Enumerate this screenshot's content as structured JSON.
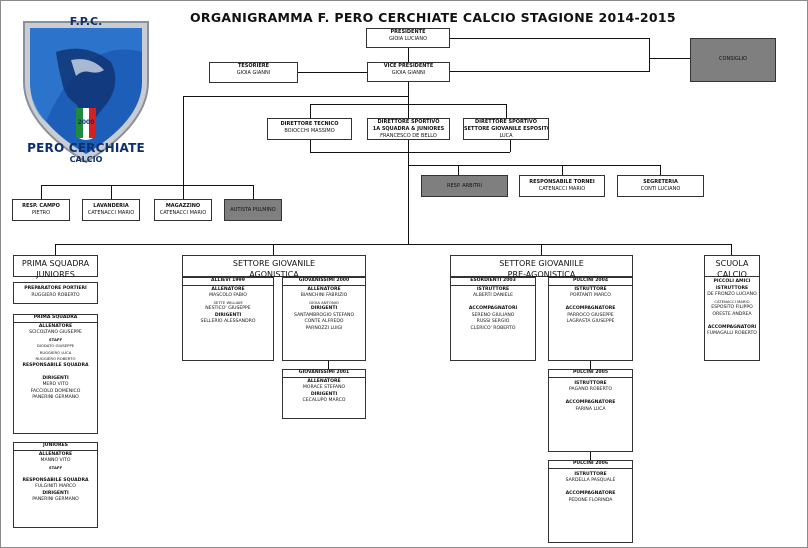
{
  "title": "ORGANIGRAMMA F. PERO CERCHIATE CALCIO STAGIONE 2014-2015",
  "logo": {
    "top_text": "F.P.C.",
    "crest_number": "2000",
    "name": "PERO CERCHIATE",
    "subname": "CALCIO",
    "colors": {
      "blue": "#1d5fb8",
      "dark_blue": "#0d2f6b",
      "silver": "#c8ccd4",
      "green": "#1e8a3b",
      "red": "#d32020"
    }
  },
  "nodes": {
    "presidente": {
      "role": "PRESIDENTE",
      "name": "GIOIA LUCIANO"
    },
    "consiglio": {
      "role": "CONSIGLIO"
    },
    "tesoriere": {
      "role": "TESORIERE",
      "name": "GIOIA GIANNI"
    },
    "vice": {
      "role": "VICE PRESIDENTE",
      "name": "GIOIA GIANNI"
    },
    "dir_tecnico": {
      "role": "DIRETTORE TECNICO",
      "name": "BOIOCCHI MASSIMO"
    },
    "ds1": {
      "role": "DIRETTORE SPORTIVO",
      "role2": "1A SQUADRA & JUNIORES",
      "name": "FRANCESCO DE BELLO"
    },
    "ds2": {
      "role": "DIRETTORE SPORTIVO",
      "role2": "SETTORE GIOVANILE ESPOSITO",
      "name": "LUCA"
    },
    "resp_arbitri": {
      "role": "RESP. ARBITRI"
    },
    "resp_tornei": {
      "role": "RESPONSABILE TORNEI",
      "name": "CATENACCI MARIO"
    },
    "segreteria": {
      "role": "SEGRETERIA",
      "name": "CONTI LUCIANO"
    },
    "resp_campo": {
      "role": "RESP. CAMPO",
      "name": "PIETRO"
    },
    "lavanderia": {
      "role": "LAVANDERIA",
      "name": "CATENACCI MARIO"
    },
    "magazzino": {
      "role": "MAGAZZINO",
      "name": "CATENACCI MARIO"
    },
    "autista": {
      "role": "AUTISTA PULMINO"
    }
  },
  "sections": {
    "prima": {
      "title1": "PRIMA SQUADRA",
      "title2": "JUNIORES",
      "prep": [
        "PREPARATORE PORTIERI",
        "RUGGIERO ROBERTO"
      ],
      "squadra": {
        "header": "PRIMA SQUADRA",
        "rows": [
          "ALLENATORE",
          "SCICOLTANO GIUSEPPE",
          "STAFF",
          "DIODATO GIUSEPPE",
          "RUGGIERO LUCA",
          "RUGGIERO ROBERTO",
          "RESPONSABILE SQUADRA",
          "",
          "DIRIGENTI",
          "MERO VITO",
          "FACCIOLO DOMENICO",
          "PANERINI GERMANO"
        ]
      },
      "juniores": {
        "header": "JUNIORES",
        "rows": [
          "ALLENATORE",
          "MANNO VITO",
          "STAFF",
          "",
          "RESPONSABILE SQUADRA",
          "FULGINITI MARCO",
          "DIRIGENTI",
          "PANERINI GERMANO"
        ]
      }
    },
    "agonistica": {
      "title1": "SETTORE GIOVANILE",
      "title2": "AGONISTICA",
      "allievi": {
        "header": "ALLIEVI 1999",
        "rows": [
          "ALLENATORE",
          "MASCOLO FABIO",
          "SETTE WILLIAM",
          "NESTICO' GIUSEPPE",
          "DIRIGENTI",
          "SELLERIO ALESSANDRO"
        ]
      },
      "g2000": {
        "header": "GIOVANISSIMI 2000",
        "rows": [
          "ALLENATORE",
          "BIANCHINI FABRIZIO",
          "GIOIA ANTONIO",
          "DIRIGENTI",
          "SANTAMBROGIO STEFANO",
          "CONTE ALFREDO",
          "PARNOZZI LUIGI"
        ]
      },
      "g2001": {
        "header": "GIOVANISSIMI 2001",
        "rows": [
          "ALLENATORE",
          "MORACE STEFANO",
          "DIRIGENTI",
          "CECALUPO MARCO"
        ]
      }
    },
    "preagonistica": {
      "title1": "SETTORE GIOVANIILE",
      "title2": "PRE-AGONISTICA",
      "esordienti": {
        "header": "ESORDIENTI 2003",
        "rows": [
          "ISTRUTTORE",
          "ALBERTI DANIELE",
          "",
          "ACCOMPAGNATORI",
          "SERENO GIULIANO",
          "RUSSI SERGIO",
          "CLERICO' ROBERTO"
        ]
      },
      "p2004": {
        "header": "PULCINI 2004",
        "rows": [
          "ISTRUTTORE",
          "PORTANTI MARCO",
          "",
          "ACCOMPAGNATORE",
          "PARROCO GIUSEPPE",
          "LAGRASTA GIUSEPPE"
        ]
      },
      "p2005": {
        "header": "PULCINI 2005",
        "rows": [
          "ISTRUTTORE",
          "PAGANO ROBERTO",
          "",
          "ACCOMPAGNATORE",
          "FARINA LUCA"
        ]
      },
      "p2006": {
        "header": "PULCINI 2006",
        "rows": [
          "ISTRUTTORE",
          "SARDELLA PASQUALE",
          "",
          "ACCOMPAGNATORE",
          "PEDONE FLORINDA"
        ]
      }
    },
    "scuola": {
      "title1": "SCUOLA",
      "title2": "CALCIO",
      "rows": [
        "PICCOLI AMICI",
        "ISTRUTTORE",
        "DE FRONZO LUCIANO",
        "CATENACCI MARIO",
        "ESPOSITO FILIPPO",
        "ORESTE ANDREA",
        "",
        "ACCOMPAGNATORI",
        "FUMAGALLI ROBERTO"
      ]
    }
  }
}
